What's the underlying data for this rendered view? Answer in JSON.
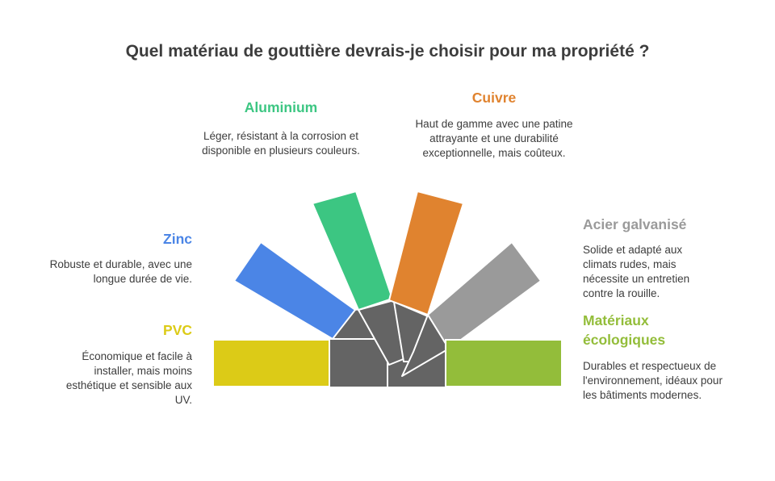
{
  "title": "Quel matériau de gouttière devrais-je choisir pour ma propriété ?",
  "materials": [
    {
      "key": "pvc",
      "label": "PVC",
      "color": "#dccb17",
      "description": "Économique et facile à installer, mais moins esthétique et sensible aux UV."
    },
    {
      "key": "zinc",
      "label": "Zinc",
      "color": "#4b85e6",
      "description": "Robuste et durable, avec une longue durée de vie."
    },
    {
      "key": "aluminium",
      "label": "Aluminium",
      "color": "#3cc682",
      "description": "Léger, résistant à la corrosion et disponible en plusieurs couleurs."
    },
    {
      "key": "cuivre",
      "label": "Cuivre",
      "color": "#e0832f",
      "description": "Haut de gamme avec une patine attrayante et une durabilité exceptionnelle, mais coûteux."
    },
    {
      "key": "acier",
      "label": "Acier galvanisé",
      "color": "#9a9a9a",
      "description": "Solide et adapté aux climats rudes, mais nécessite un entretien contre la rouille."
    },
    {
      "key": "eco",
      "label": "Matériaux écologiques",
      "color": "#93bd3a",
      "description": "Durables et respectueux de l'environnement, idéaux pour les bâtiments modernes."
    }
  ],
  "hub_color": "#646464"
}
